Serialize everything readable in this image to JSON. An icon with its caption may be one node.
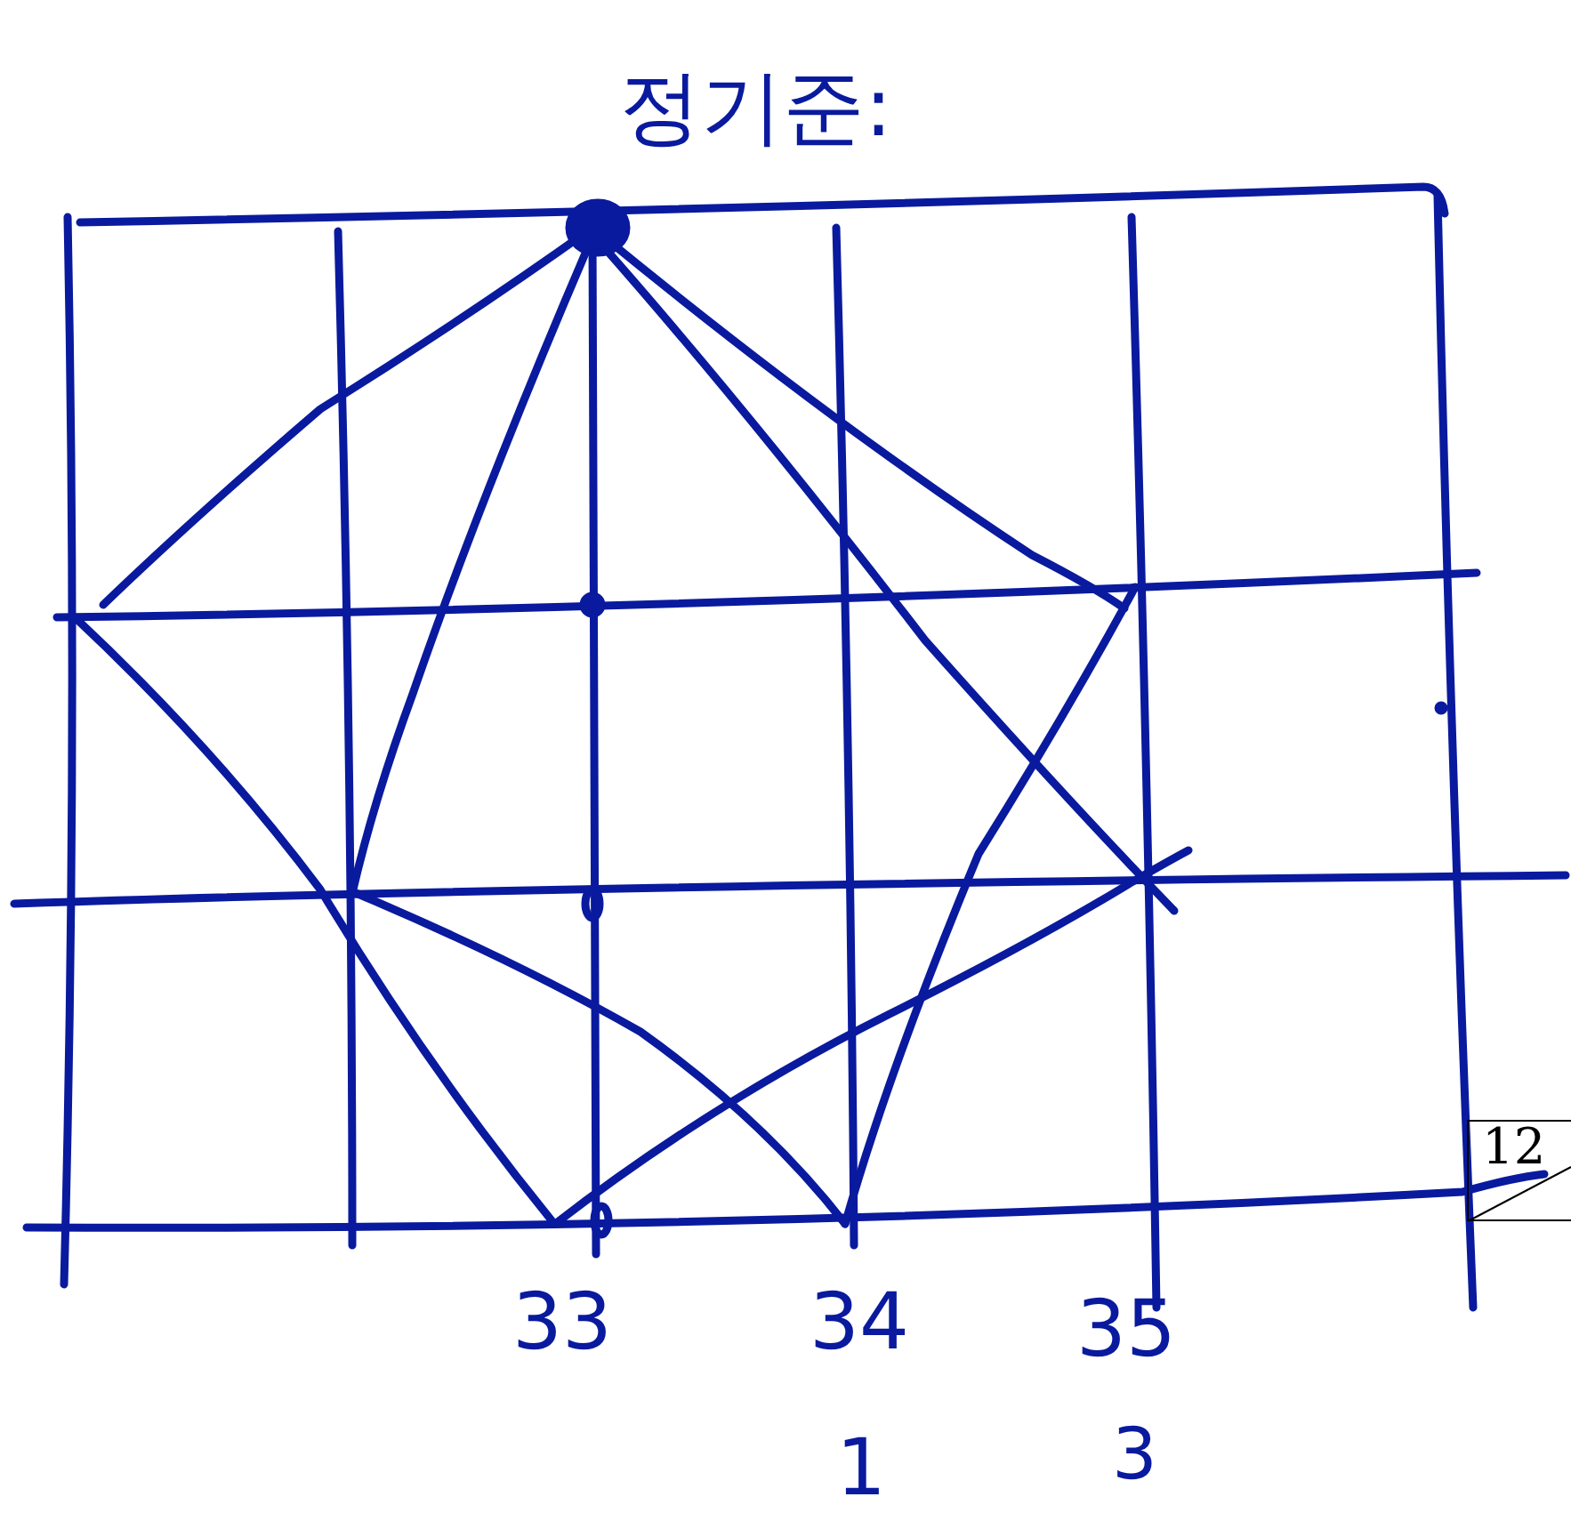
{
  "diagram": {
    "title": "정기준:",
    "labels": [
      "33",
      "34",
      "35",
      "1",
      "3",
      "12"
    ]
  }
}
